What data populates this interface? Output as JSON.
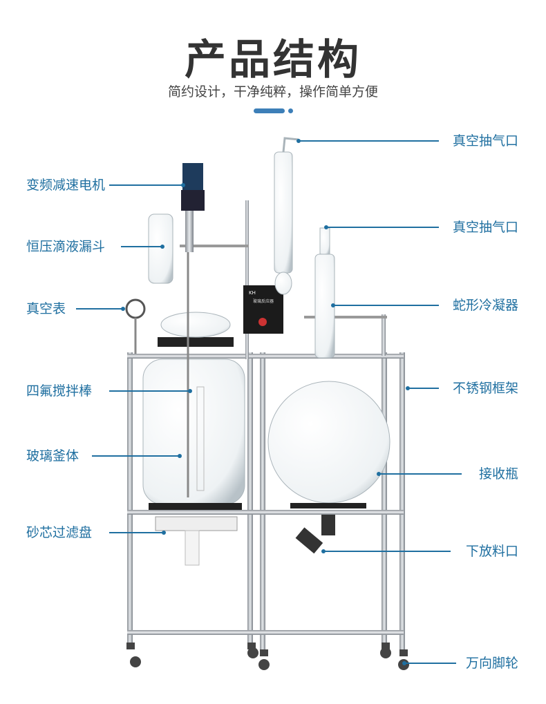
{
  "header": {
    "title": "产品结构",
    "subtitle": "简约设计，干净纯粹，操作简单方便"
  },
  "colors": {
    "accent": "#3d7fb8",
    "label": "#1f6fa0",
    "title": "#333333"
  },
  "control_box": {
    "logo": "KH",
    "label": "玻璃反应器"
  },
  "labels_left": [
    {
      "text": "变频减速电机"
    },
    {
      "text": "恒压滴液漏斗"
    },
    {
      "text": "真空表"
    },
    {
      "text": "四氟搅拌棒"
    },
    {
      "text": "玻璃釜体"
    },
    {
      "text": "砂芯过滤盘"
    }
  ],
  "labels_right": [
    {
      "text": "真空抽气口"
    },
    {
      "text": "真空抽气口"
    },
    {
      "text": "蛇形冷凝器"
    },
    {
      "text": "不锈钢框架"
    },
    {
      "text": "接收瓶"
    },
    {
      "text": "下放料口"
    },
    {
      "text": "万向脚轮"
    }
  ]
}
